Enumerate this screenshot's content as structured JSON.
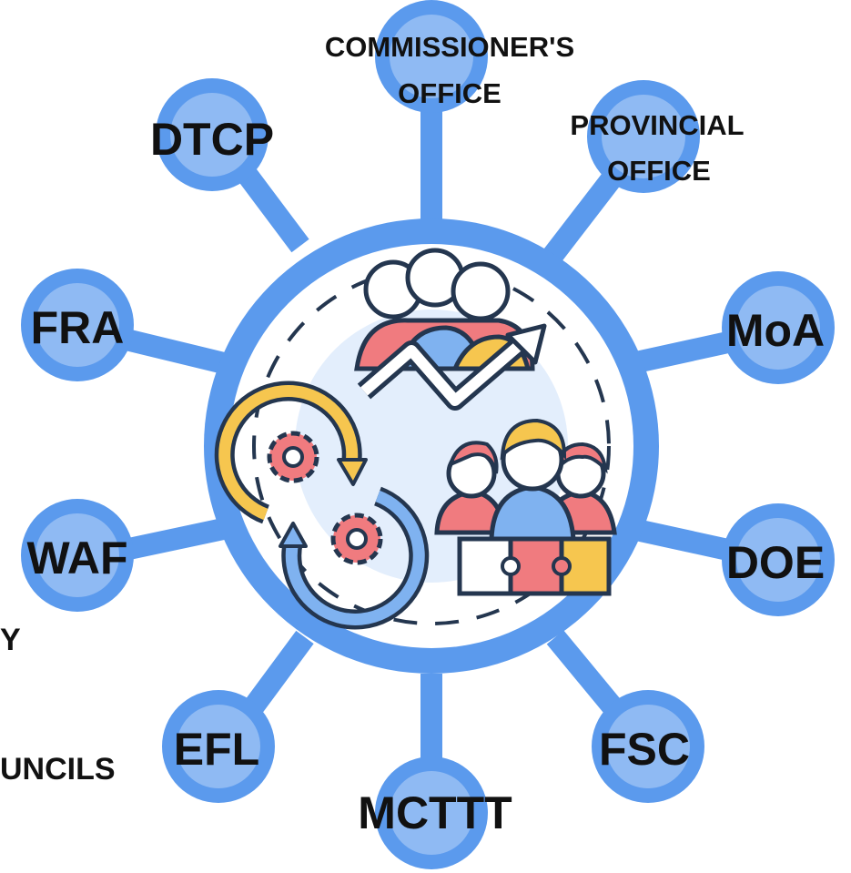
{
  "colors": {
    "hub_blue": "#5b9aed",
    "node_blue": "#5b9aed",
    "node_highlight": "#8fbaf3",
    "inner_fill": "#ffffff",
    "label": "#111111",
    "accent_pink": "#f07b7f",
    "accent_yellow": "#f6c64f",
    "accent_lightblue": "#7fb2f0",
    "outline": "#24364f"
  },
  "hub": {
    "icons": [
      "team-growth-icon",
      "process-cycle-icon",
      "team-collaboration-icon"
    ]
  },
  "nodes": {
    "commissioners_office": {
      "line1": "COMMISSIONER'S",
      "line2": "OFFICE"
    },
    "provincial_office": {
      "line1": "PROVINCIAL",
      "line2": "OFFICE"
    },
    "moa": "MoA",
    "doe": "DOE",
    "fsc": "FSC",
    "mcttt": "MCTTT",
    "efl": "EFL",
    "waf": "WAF",
    "fra": "FRA",
    "dtcp": "DTCP"
  },
  "edge_text": {
    "fragment_1": "Y",
    "fragment_2": "UNCILS"
  }
}
